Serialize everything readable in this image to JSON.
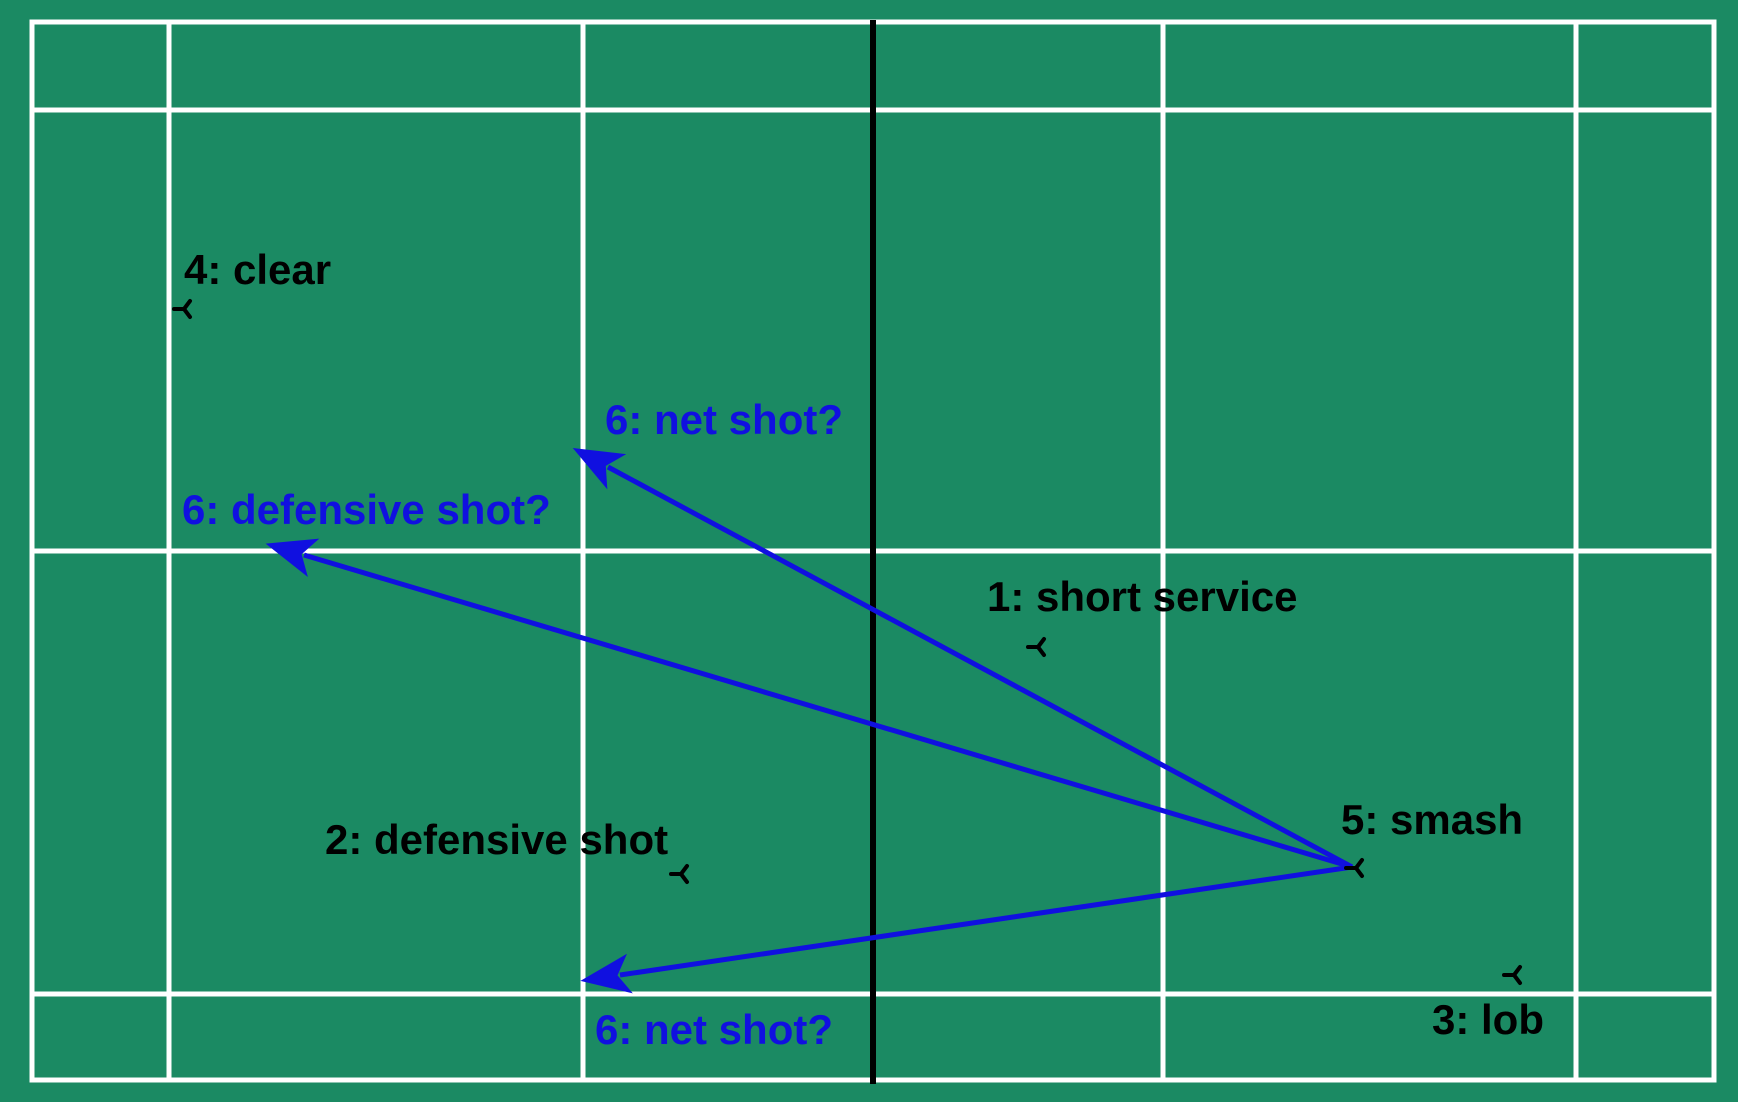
{
  "colors": {
    "court": "#1b8a63",
    "court_lines": "#ffffff",
    "net": "#000000",
    "shot_text": "#000000",
    "option_text": "#1010e0",
    "arrow": "#1010e0"
  },
  "icons": {
    "shuttle_marker": "shuttlecock-icon"
  },
  "rally": {
    "shots": [
      {
        "label": "1: short service"
      },
      {
        "label": "2: defensive shot"
      },
      {
        "label": "3: lob"
      },
      {
        "label": "4: clear"
      },
      {
        "label": "5: smash"
      }
    ],
    "next_options": [
      {
        "label": "6: net shot?"
      },
      {
        "label": "6: defensive shot?"
      },
      {
        "label": "6: net shot?"
      }
    ]
  }
}
